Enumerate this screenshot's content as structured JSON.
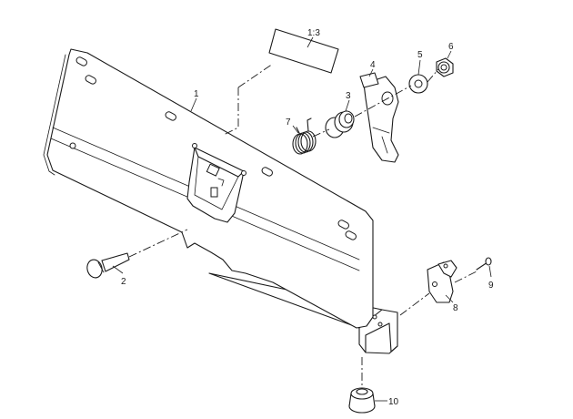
{
  "diagram": {
    "callouts": {
      "c1": "1",
      "c13": "1:3",
      "c2": "2",
      "c3": "3",
      "c4": "4",
      "c5": "5",
      "c6": "6",
      "c7": "7",
      "c8": "8",
      "c9": "9",
      "c10": "10"
    }
  }
}
